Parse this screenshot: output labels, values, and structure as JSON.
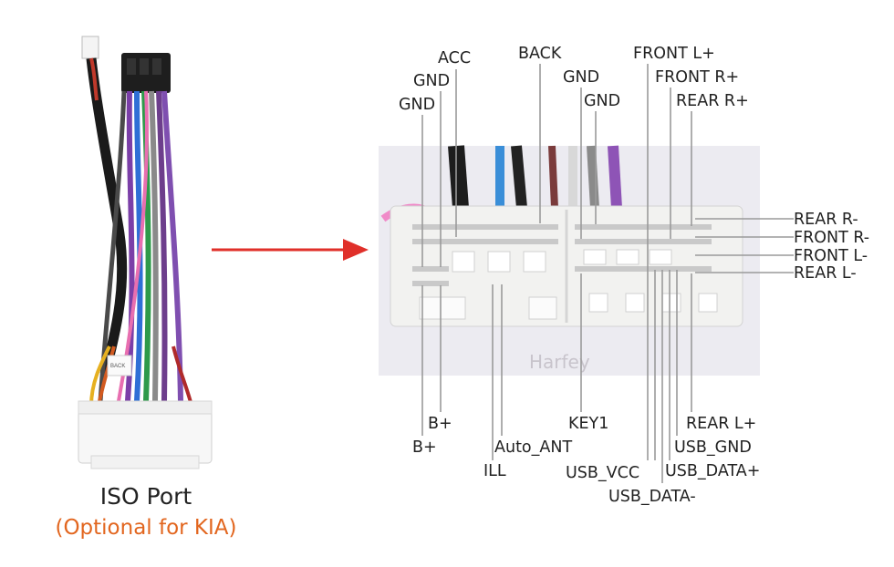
{
  "left_panel": {
    "caption": "ISO Port",
    "subcaption": "(Optional for KIA)",
    "tag_text": "BACK"
  },
  "photo": {
    "watermark": "Harfey"
  },
  "colors": {
    "arrow": "#e0302a",
    "caption_accent": "#e2661f",
    "leader_line": "#9a9a9a",
    "connector_body": "#f2f2f0",
    "photo_bg": "#ecebf1"
  },
  "labels": {
    "top": {
      "acc": "ACC",
      "gnd_1": "GND",
      "gnd_2": "GND",
      "back": "BACK",
      "gnd_3": "GND",
      "gnd_4": "GND",
      "front_l_plus": "FRONT L+",
      "front_r_plus": "FRONT R+",
      "rear_r_plus": "REAR R+"
    },
    "right": {
      "rear_r_minus": "REAR R-",
      "front_r_minus": "FRONT R-",
      "front_l_minus": "FRONT L-",
      "rear_l_minus": "REAR L-"
    },
    "bottom": {
      "b_plus_1": "B+",
      "b_plus_2": "B+",
      "auto_ant": "Auto_ANT",
      "ill": "ILL",
      "key1": "KEY1",
      "usb_vcc": "USB_VCC",
      "usb_data_minus": "USB_DATA-",
      "rear_l_plus": "REAR L+",
      "usb_gnd": "USB_GND",
      "usb_data_plus": "USB_DATA+"
    }
  }
}
